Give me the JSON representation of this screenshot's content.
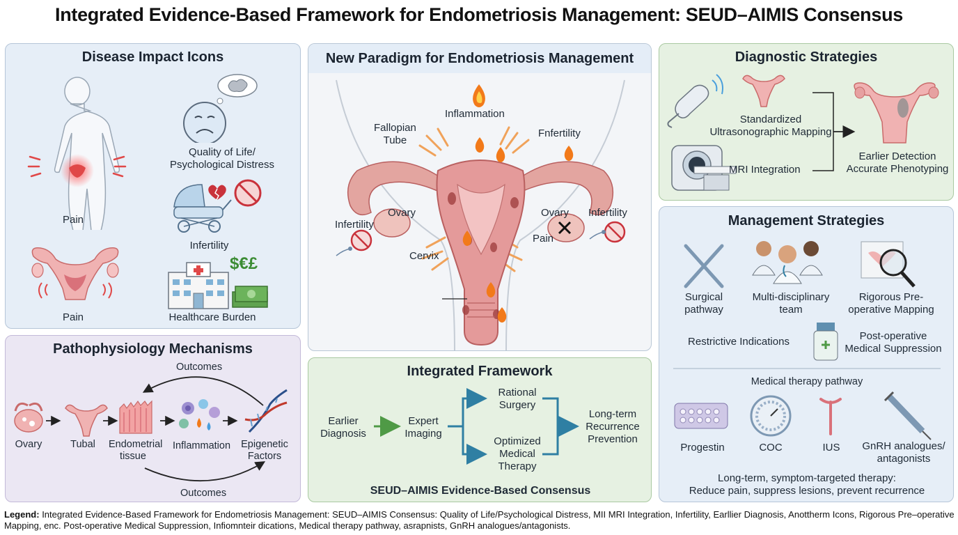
{
  "title": "Integrated Evidence-Based Framework for Endometriosis Management: SEUD–AIMIS Consensus",
  "impact": {
    "heading": "Disease Impact Icons",
    "pain1": "Pain",
    "qol": "Quality of Life/\nPsychological Distress",
    "infertility": "Infertility",
    "pain2": "Pain",
    "burden": "Healthcare Burden",
    "currency": "$€£"
  },
  "patho": {
    "heading": "Pathophysiology Mechanisms",
    "outcomes_top": "Outcomes",
    "outcomes_bottom": "Outcomes",
    "steps": [
      "Ovary",
      "Tubal",
      "Endometrial\ntissue",
      "Inflammation",
      "Epigenetic\nFactors"
    ]
  },
  "paradigm": {
    "heading": "New Paradigm for Endometriosis Management",
    "inflammation": "Inflammation",
    "fallopian": "Fallopian\nTube",
    "fnfertility": "Fnfertility",
    "ovary_left": "Ovary",
    "ovary_right": "Ovary",
    "infertility_left": "Infertility",
    "infertility_right": "Infertility",
    "pain": "Pain",
    "cervix": "Cervix"
  },
  "framework": {
    "heading": "Integrated Framework",
    "earlier": "Earlier\nDiagnosis",
    "imaging": "Expert\nImaging",
    "surgery": "Rational\nSurgery",
    "medical": "Optimized\nMedical\nTherapy",
    "longterm": "Long-term\nRecurrence\nPrevention",
    "consensus": "SEUD–AIMIS Evidence-Based Consensus"
  },
  "diagnostic": {
    "heading": "Diagnostic Strategies",
    "ultrasound": "Standardized\nUltrasonographic Mapping",
    "mri": "MRI Integration",
    "result": "Earlier Detection\nAccurate Phenotyping"
  },
  "management": {
    "heading": "Management Strategies",
    "surgical": "Surgical\npathway",
    "team": "Multi-disciplinary\nteam",
    "mapping": "Rigorous Pre-\noperative Mapping",
    "restrictive": "Restrictive Indications",
    "postop": "Post-operative\nMedical Suppression",
    "medical_pathway": "Medical therapy pathway",
    "drugs": [
      "Progestin",
      "COC",
      "IUS",
      "GnRH analogues/\nantagonists"
    ],
    "summary": "Long-term, symptom-targeted therapy:\nReduce pain, suppress lesions, prevent recurrence"
  },
  "legend": {
    "label": "Legend:",
    "text": "Integrated Evidence-Based Framework for Endometriosis Management: SEUD–AIMIS Consensus: Quality of Life/Psychological Distress, MII MRI Integration, Infertility, Earllier Diagnosis, Anottherm Icons, Rigorous Pre–operative Mapping, enc. Post-operative Medical Suppression, Infiomnteir dications, Medical therapy pathway, asrapnists, GnRH analogues/antagonists."
  },
  "colors": {
    "uterus": "#e49a9a",
    "uterus_dark": "#c96a6a",
    "arrow_green": "#4f9a46",
    "arrow_blue": "#2f7fa3",
    "flame": "#f27a1a"
  }
}
